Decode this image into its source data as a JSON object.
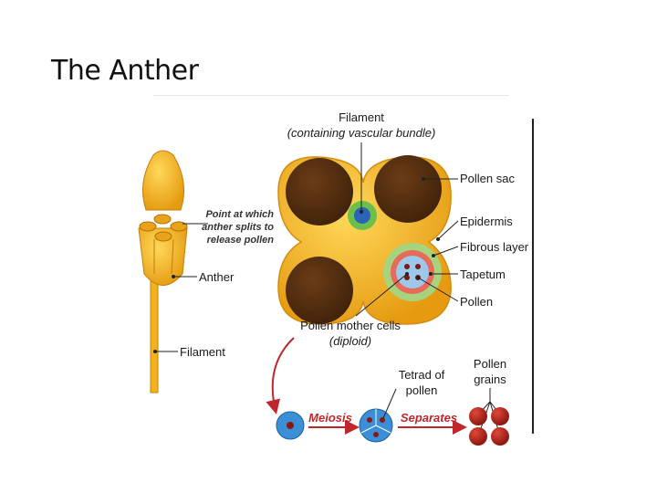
{
  "title": "The Anther",
  "labels": {
    "filament_top_1": "Filament",
    "filament_top_2": "(containing vascular bundle)",
    "pollen_sac": "Pollen sac",
    "epidermis": "Epidermis",
    "fibrous_layer": "Fibrous layer",
    "tapetum": "Tapetum",
    "pollen": "Pollen",
    "split_1": "Point at which",
    "split_2": "anther splits to",
    "split_3": "release pollen",
    "anther": "Anther",
    "filament_stalk": "Filament",
    "mother_1": "Pollen mother cells",
    "mother_2": "(diploid)",
    "tetrad_1": "Tetrad of",
    "tetrad_2": "pollen",
    "grains_1": "Pollen",
    "grains_2": "grains",
    "meiosis": "Meiosis",
    "separates": "Separates"
  },
  "colors": {
    "anther": "#f2b21a",
    "sac": "#5a3212",
    "vascular": "#6cbf4b",
    "fibrous": "#a7d27e",
    "tapetum": "#e86a5a",
    "process": "#c0272d",
    "cell": "#3b8fd6"
  }
}
